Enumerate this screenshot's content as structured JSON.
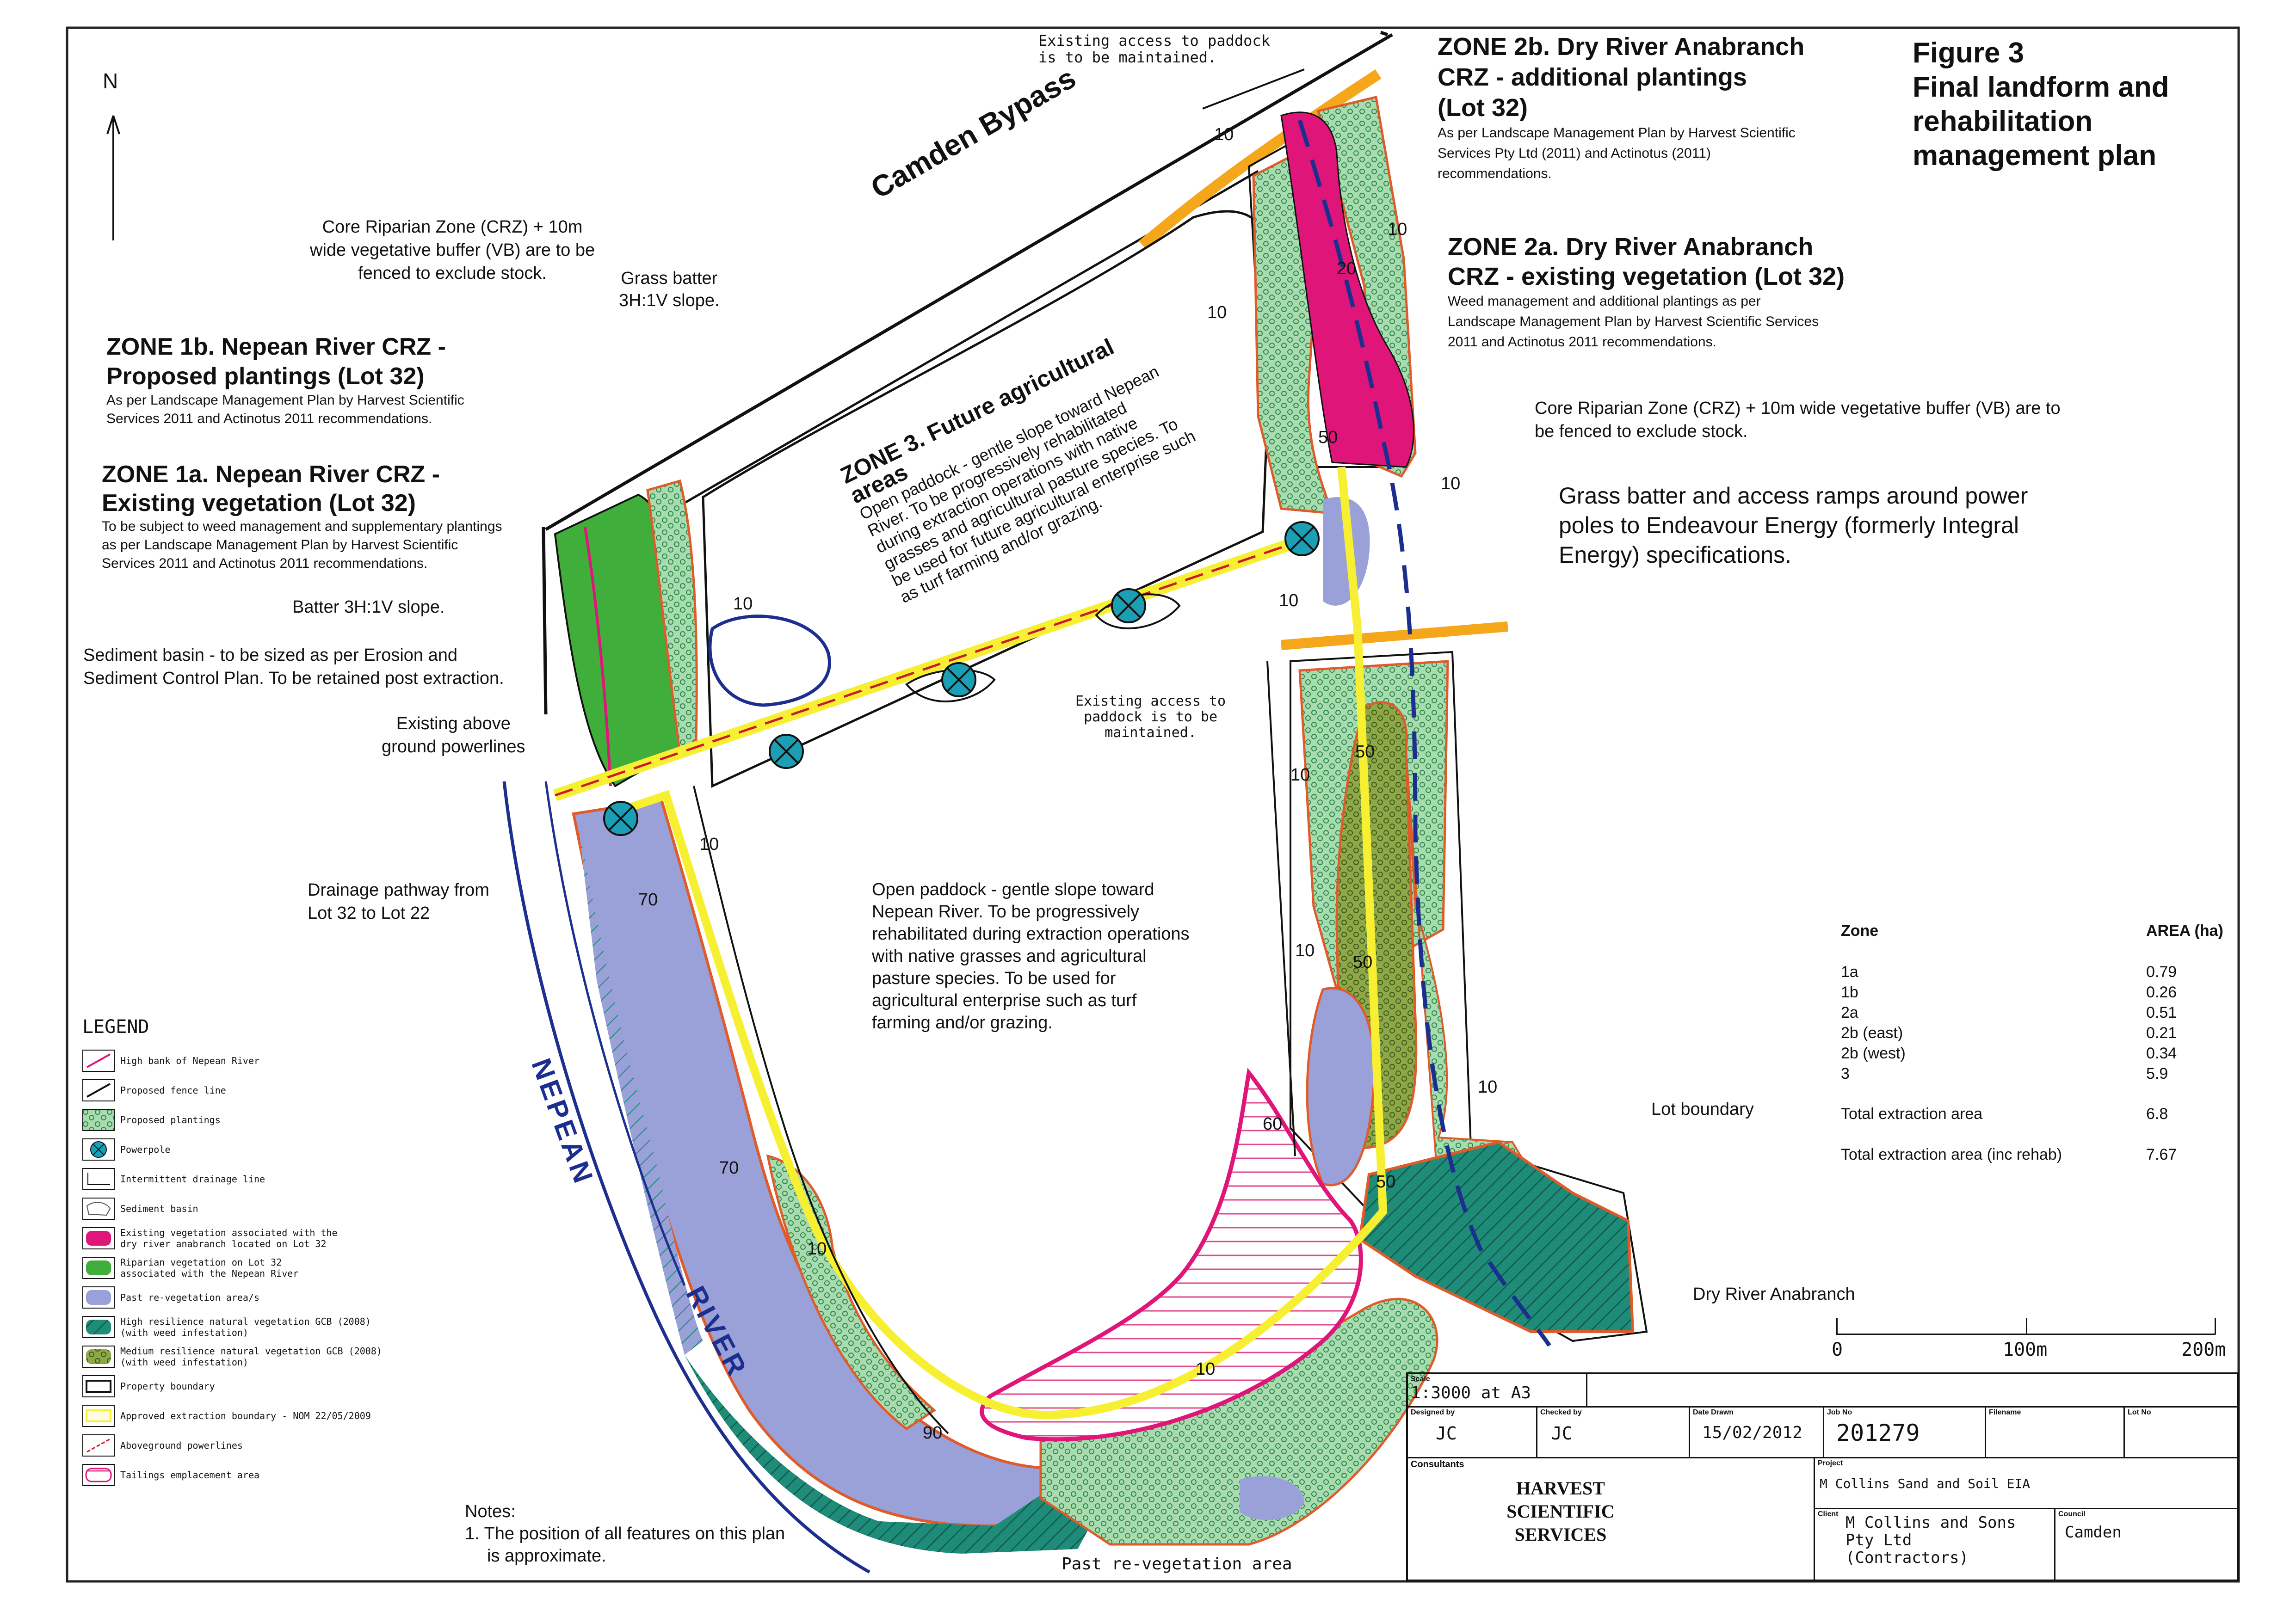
{
  "figure": {
    "number": "Figure 3",
    "title_line1": "Final landform and",
    "title_line2": "rehabilitation",
    "title_line3": "management plan"
  },
  "north": "N",
  "road_label": "Camden Bypass",
  "river_label_1": "NEPEAN",
  "river_label_2": "RIVER",
  "zones": {
    "z2b_title_1": "ZONE 2b. Dry River Anabranch",
    "z2b_title_2": "CRZ - additional plantings",
    "z2b_title_3": "(Lot 32)",
    "z2b_desc_1": "As per Landscape Management Plan by Harvest Scientific",
    "z2b_desc_2": "Services Pty Ltd (2011) and Actinotus (2011)",
    "z2b_desc_3": "recommendations.",
    "z2a_title_1": "ZONE 2a. Dry River Anabranch",
    "z2a_title_2": "CRZ - existing vegetation (Lot 32)",
    "z2a_desc_1": "Weed management and additional plantings as per",
    "z2a_desc_2": "Landscape Management Plan by Harvest Scientific Services",
    "z2a_desc_3": "2011 and Actinotus 2011 recommendations.",
    "z1b_title_1": "ZONE 1b. Nepean River CRZ -",
    "z1b_title_2": "Proposed plantings (Lot 32)",
    "z1b_desc_1": "As per Landscape Management Plan by Harvest Scientific",
    "z1b_desc_2": "Services 2011 and Actinotus 2011 recommendations.",
    "z1a_title_1": "ZONE 1a. Nepean River CRZ -",
    "z1a_title_2": "Existing vegetation (Lot 32)",
    "z1a_desc_1": "To be subject to weed management and supplementary plantings",
    "z1a_desc_2": "as per Landscape Management Plan by Harvest Scientific",
    "z1a_desc_3": "Services 2011 and Actinotus 2011 recommendations.",
    "z3_title_1": "ZONE 3. Future agricultural",
    "z3_title_2": "areas",
    "z3_desc_1": "Open paddock - gentle slope toward Nepean",
    "z3_desc_2": "River. To be progressively rehabilitated",
    "z3_desc_3": "during extraction operations with native",
    "z3_desc_4": "grasses and agricultural pasture species. To",
    "z3_desc_5": "be used for future agricultural enterprise such",
    "z3_desc_6": "as turf farming and/or grazing."
  },
  "annotations": {
    "access_top_1": "Existing access to paddock",
    "access_top_2": "is to be maintained.",
    "crz_fence_1": "Core Riparian Zone (CRZ) + 10m",
    "crz_fence_2": "wide vegetative buffer (VB) are to be",
    "crz_fence_3": "fenced to exclude stock.",
    "grass_batter_1": "Grass batter",
    "grass_batter_2": "3H:1V slope.",
    "crz_fence_right_1": "Core Riparian Zone (CRZ) + 10m wide vegetative buffer (VB) are to",
    "crz_fence_right_2": "be fenced to exclude stock.",
    "power_1": "Grass batter and access ramps around power",
    "power_2": "poles to Endeavour Energy (formerly Integral",
    "power_3": "Energy) specifications.",
    "batter": "Batter 3H:1V slope.",
    "sediment_1": "Sediment basin - to be sized as per Erosion and",
    "sediment_2": "Sediment Control Plan. To be retained post extraction.",
    "powerlines_1": "Existing above",
    "powerlines_2": "ground powerlines",
    "access_mid_1": "Existing access to",
    "access_mid_2": "paddock is to be",
    "access_mid_3": "maintained.",
    "drainage_1": "Drainage pathway from",
    "drainage_2": "Lot 32 to Lot 22",
    "paddock_1": "Open paddock - gentle slope toward",
    "paddock_2": "Nepean River. To be progressively",
    "paddock_3": "rehabilitated during extraction operations",
    "paddock_4": "with native grasses and agricultural",
    "paddock_5": "pasture species. To be used for",
    "paddock_6": "agricultural enterprise such as turf",
    "paddock_7": "farming and/or grazing.",
    "lot_boundary": "Lot boundary",
    "dry_river": "Dry River Anabranch",
    "past_reveg": "Past re-vegetation area"
  },
  "contours": [
    "10",
    "10",
    "10",
    "10",
    "10",
    "10",
    "10",
    "10",
    "10",
    "10",
    "10",
    "20",
    "50",
    "50",
    "50",
    "50",
    "60",
    "70",
    "70",
    "90",
    "10"
  ],
  "area_table": {
    "col_zone": "Zone",
    "col_area": "AREA (ha)",
    "rows": [
      {
        "zone": "1a",
        "area": "0.79"
      },
      {
        "zone": "1b",
        "area": "0.26"
      },
      {
        "zone": "2a",
        "area": "0.51"
      },
      {
        "zone": "2b (east)",
        "area": "0.21"
      },
      {
        "zone": "2b (west)",
        "area": "0.34"
      },
      {
        "zone": "3",
        "area": "5.9"
      }
    ],
    "total_label": "Total extraction area",
    "total_value": "6.8",
    "total_rehab_label": "Total extraction area (inc rehab)",
    "total_rehab_value": "7.67"
  },
  "scale_bar": {
    "tick0": "0",
    "tick1": "100m",
    "tick2": "200m"
  },
  "legend": {
    "title": "LEGEND",
    "items": [
      {
        "label": "High bank of Nepean River"
      },
      {
        "label": "Proposed fence line"
      },
      {
        "label": "Proposed plantings"
      },
      {
        "label": "Powerpole"
      },
      {
        "label": "Intermittent drainage line"
      },
      {
        "label": "Sediment basin"
      },
      {
        "label": "Existing vegetation associated with the",
        "label2": "dry river anabranch located on Lot 32"
      },
      {
        "label": "Riparian vegetation on Lot 32",
        "label2": "associated with the Nepean River"
      },
      {
        "label": "Past re-vegetation area/s"
      },
      {
        "label": "High resilience natural vegetation GCB (2008)",
        "label2": "(with weed infestation)"
      },
      {
        "label": "Medium resilience natural vegetation GCB (2008)",
        "label2": "(with weed infestation)"
      },
      {
        "label": "Property boundary"
      },
      {
        "label": "Approved extraction boundary - NOM 22/05/2009"
      },
      {
        "label": "Aboveground powerlines"
      },
      {
        "label": "Tailings emplacement area"
      }
    ]
  },
  "notes": {
    "title": "Notes:",
    "line1": "1. The position of all features on  this plan",
    "line2": "is approximate."
  },
  "title_block": {
    "scale_label": "Scale",
    "scale_value": "1:3000 at A3",
    "designed_label": "Designed by",
    "designed_value": "JC",
    "checked_label": "Checked by",
    "checked_value": "JC",
    "date_label": "Date Drawn",
    "date_value": "15/02/2012",
    "job_label": "Job No",
    "job_value": "201279",
    "filename_label": "Filename",
    "lot_label": "Lot No",
    "consultants_label": "Consultants",
    "consultant_1": "HARVEST",
    "consultant_2": "SCIENTIFIC",
    "consultant_3": "SERVICES",
    "project_label": "Project",
    "project_value": "M Collins Sand and Soil EIA",
    "client_label": "Client",
    "client_1": "M Collins and Sons",
    "client_2": "Pty Ltd",
    "client_3": "(Contractors)",
    "council_label": "Council",
    "council_value": "Camden"
  },
  "colors": {
    "riparian_green": "#3fae3a",
    "anabranch_magenta": "#e0157a",
    "planting_green": "#9fd8a8",
    "past_reveg_lavender": "#9a9fd6",
    "high_resilience_teal": "#1f8f7a",
    "medium_resilience_olive": "#7d9a3c",
    "powerline_yellow": "#f7f032",
    "road_orange": "#f5a71c",
    "boundary_orange": "#e05a2a",
    "tailings_pink": "#e04a8c",
    "drainage_blue": "#1c2f8f",
    "powerpole_teal": "#1a9fb5"
  }
}
